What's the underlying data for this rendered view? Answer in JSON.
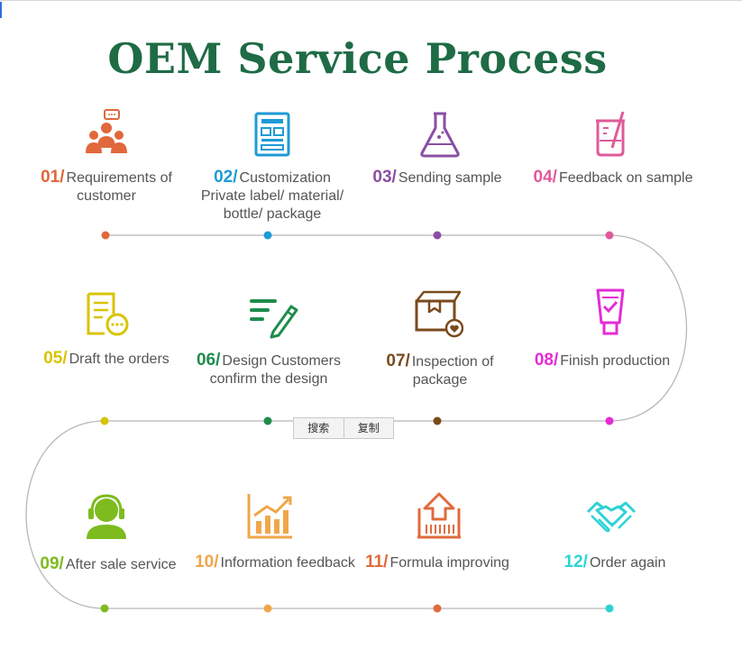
{
  "title": "OEM Service Process",
  "steps": [
    {
      "num": "01/",
      "text": "Requirements of customer",
      "color": "#e0683c",
      "icon": "customer-group-chat-icon"
    },
    {
      "num": "02/",
      "text": "Customization Private label/ material/ bottle/ package",
      "color": "#1e9ad6",
      "icon": "label-design-icon"
    },
    {
      "num": "03/",
      "text": "Sending sample",
      "color": "#8a4fa3",
      "icon": "flask-icon"
    },
    {
      "num": "04/",
      "text": "Feedback on sample",
      "color": "#e05a9a",
      "icon": "beaker-icon"
    },
    {
      "num": "05/",
      "text": "Draft the orders",
      "color": "#d8c400",
      "icon": "order-document-icon"
    },
    {
      "num": "06/",
      "text": "Design Customers confirm the design",
      "color": "#1f8c4c",
      "icon": "pen-design-icon"
    },
    {
      "num": "07/",
      "text": "Inspection of package",
      "color": "#7a4a1c",
      "icon": "package-box-icon"
    },
    {
      "num": "08/",
      "text": "Finish production",
      "color": "#e52bd6",
      "icon": "tube-product-icon"
    },
    {
      "num": "09/",
      "text": "After sale service",
      "color": "#7dbb1f",
      "icon": "headset-support-icon"
    },
    {
      "num": "10/",
      "text": "Information feedback",
      "color": "#f0a64b",
      "icon": "growth-chart-icon"
    },
    {
      "num": "11/",
      "text": "Formula improving",
      "color": "#e06b3c",
      "icon": "upgrade-arrow-icon"
    },
    {
      "num": "12/",
      "text": "Order again",
      "color": "#2ed3d6",
      "icon": "handshake-icon"
    }
  ],
  "popup": {
    "search": "搜索",
    "copy": "复制"
  }
}
